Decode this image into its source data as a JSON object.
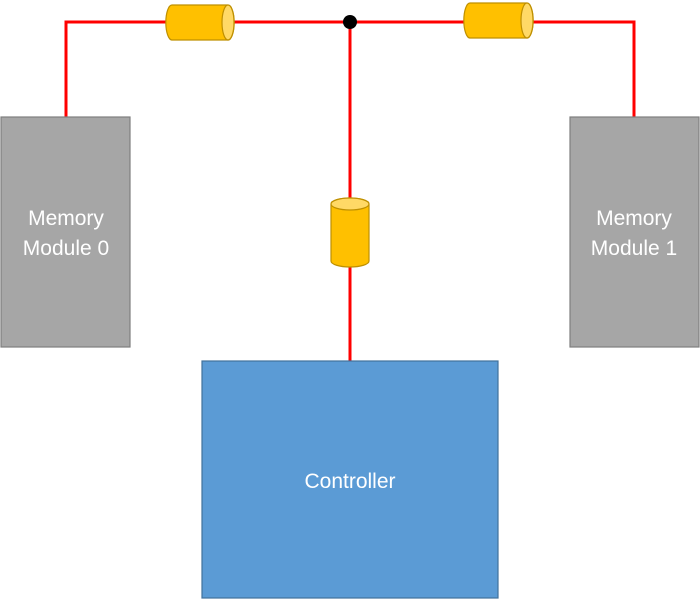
{
  "blocks": {
    "memory_module_0": {
      "line1": "Memory",
      "line2": "Module 0"
    },
    "memory_module_1": {
      "line1": "Memory",
      "line2": "Module 1"
    },
    "controller": {
      "label": "Controller"
    }
  },
  "colors": {
    "memory_fill": "#a6a6a6",
    "memory_stroke": "#7f7f7f",
    "controller_fill": "#5b9bd5",
    "controller_stroke": "#41719c",
    "wire": "#ff0000",
    "resistor_fill": "#ffc000",
    "resistor_stroke": "#bf9000",
    "junction": "#000000"
  }
}
